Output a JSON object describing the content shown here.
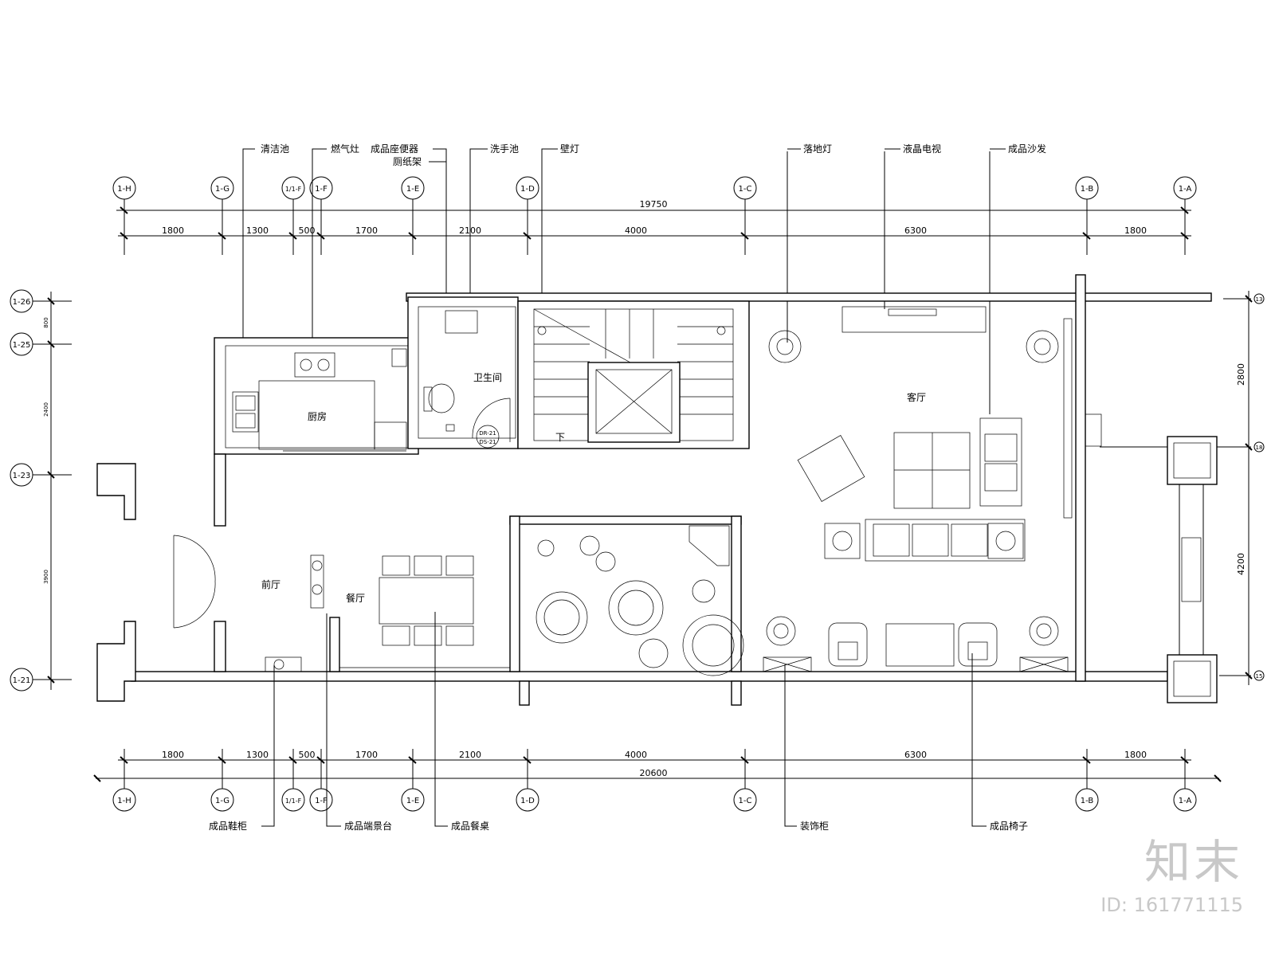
{
  "drawing": {
    "top_labels": [
      "清洁池",
      "燃气灶",
      "成品座便器",
      "厕纸架",
      "洗手池",
      "壁灯",
      "落地灯",
      "液晶电视",
      "成品沙发"
    ],
    "bottom_labels": [
      "成品鞋柜",
      "成品端景台",
      "成品餐桌",
      "装饰柜",
      "成品椅子"
    ],
    "rooms": [
      "厨房",
      "卫生间",
      "客厅",
      "前厅",
      "餐厅",
      "下"
    ],
    "door_tag": [
      "DR-21",
      "DS-21"
    ],
    "axes": [
      "1-H",
      "1-G",
      "1/1-F",
      "1-F",
      "1-E",
      "1-D",
      "1-C",
      "1-B",
      "1-A"
    ],
    "row_axes": [
      "1-26",
      "1-25",
      "1-23",
      "1-21"
    ],
    "right_marks": [
      "13",
      "18",
      "15"
    ],
    "top_total": "19750",
    "bottom_total": "20600",
    "top_spans": [
      "1800",
      "1300",
      "500",
      "1700",
      "2100",
      "4000",
      "6300",
      "1800"
    ],
    "bottom_spans": [
      "1800",
      "1300",
      "500",
      "1700",
      "2100",
      "4000",
      "6300",
      "1800"
    ],
    "left_spans": [
      "800",
      "2400",
      "3900"
    ],
    "right_spans": [
      "2800",
      "4200"
    ]
  },
  "watermark": {
    "logo": "知末",
    "id": "ID: 161771115"
  }
}
